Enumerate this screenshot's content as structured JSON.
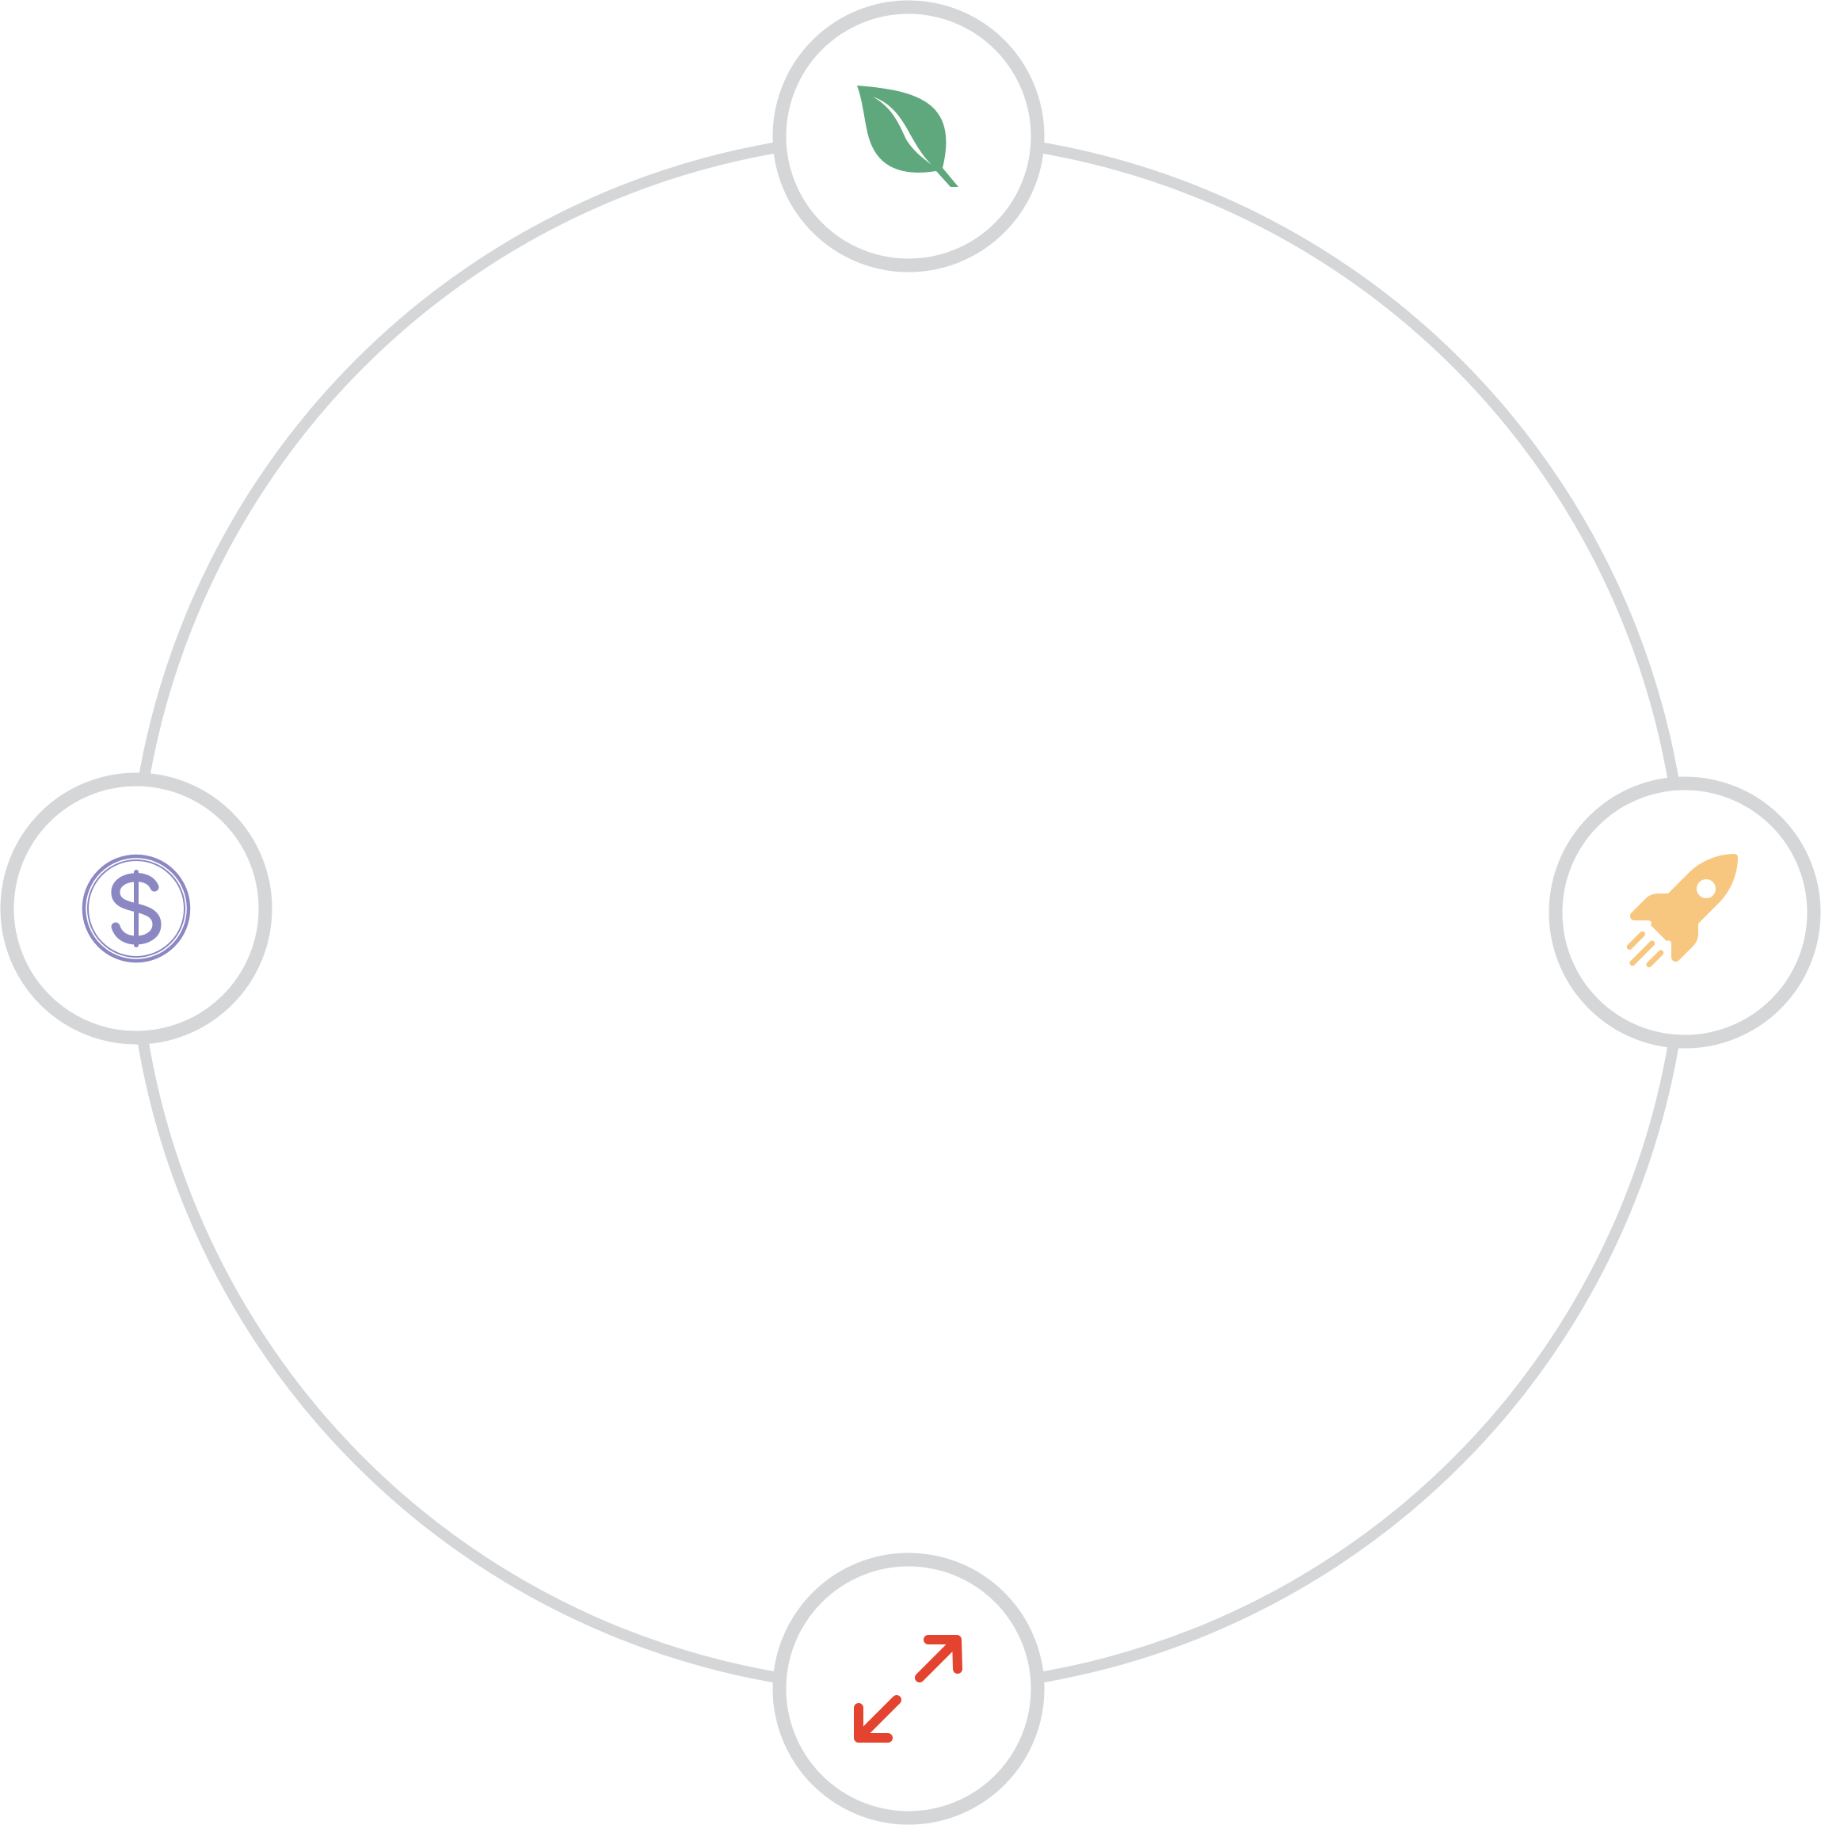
{
  "diagram": {
    "ring_color": "#d5d6d8",
    "node_fill": "#ffffff",
    "nodes": [
      {
        "id": "top",
        "icon": "leaf-icon",
        "color": "#5fa77c"
      },
      {
        "id": "right",
        "icon": "rocket-icon",
        "color": "#f7c77f"
      },
      {
        "id": "bottom",
        "icon": "resize-arrows-icon",
        "color": "#e4432f"
      },
      {
        "id": "left",
        "icon": "dollar-coin-icon",
        "color": "#8a87c2"
      }
    ]
  }
}
